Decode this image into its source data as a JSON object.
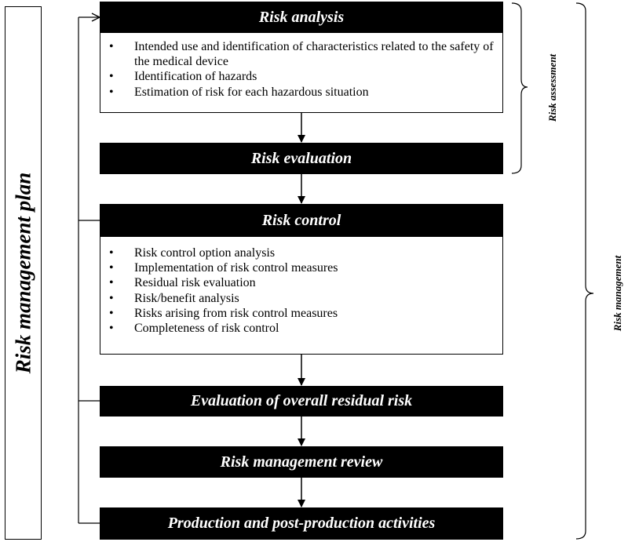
{
  "plan": {
    "label": "Risk management plan"
  },
  "steps": {
    "risk_analysis": {
      "title": "Risk analysis",
      "bullet": "•",
      "items": [
        "Intended use and identification of characteristics related to the safety of the medical device",
        "Identification of hazards",
        "Estimation of risk for each hazardous situation"
      ]
    },
    "risk_evaluation": {
      "title": "Risk evaluation"
    },
    "risk_control": {
      "title": "Risk control",
      "bullet": "•",
      "items": [
        "Risk control option analysis",
        "Implementation of risk control measures",
        "Residual risk evaluation",
        "Risk/benefit analysis",
        "Risks arising from risk control measures",
        "Completeness of risk control"
      ]
    },
    "overall_residual": {
      "title": "Evaluation of overall residual risk"
    },
    "review": {
      "title": "Risk management review"
    },
    "production": {
      "title": "Production and post-production activities"
    }
  },
  "brackets": {
    "assessment": "Risk assessment",
    "management": "Risk management"
  }
}
